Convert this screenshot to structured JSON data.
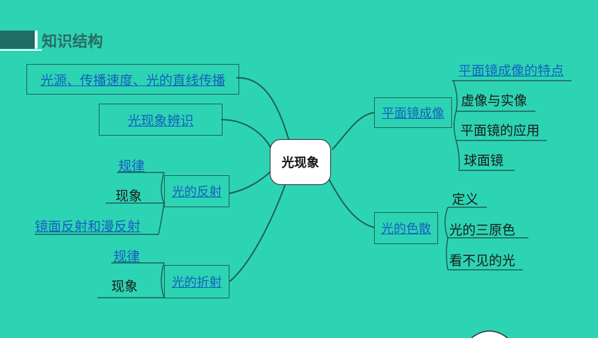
{
  "header": {
    "title": "知识结构"
  },
  "center": {
    "label": "光现象"
  },
  "left": {
    "source": "光源、传播速度、光的直线传播",
    "identify": "光现象辨识",
    "reflection": {
      "label": "光的反射",
      "items": [
        "规律",
        "现象",
        "镜面反射和漫反射"
      ]
    },
    "refraction": {
      "label": "光的折射",
      "items": [
        "规律",
        "现象"
      ]
    }
  },
  "right": {
    "mirror": {
      "label": "平面镜成像",
      "items": [
        "平面镜成像的特点",
        "虚像与实像",
        "平面镜的应用",
        "球面镜"
      ]
    },
    "dispersion": {
      "label": "光的色散",
      "items": [
        "定义",
        "光的三原色",
        "看不见的光"
      ]
    }
  },
  "colors": {
    "background": "#2dd4b4",
    "line": "#1f5f55",
    "link": "#1560bd",
    "header": "#2a6b62"
  }
}
